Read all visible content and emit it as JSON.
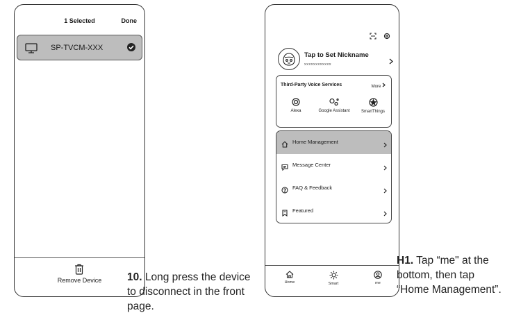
{
  "left_screen": {
    "header": {
      "title": "1 Selected",
      "done_label": "Done"
    },
    "device": {
      "name": "SP-TVCM-XXX",
      "icon": "tv-icon",
      "selected": true
    },
    "bottom": {
      "action_label": "Remove Device",
      "icon": "trash-icon"
    }
  },
  "right_screen": {
    "top_icons": [
      "scan-icon",
      "settings-icon"
    ],
    "profile": {
      "nickname_prompt": "Tap to Set Nickname",
      "account": "xxxxxxxxxxxx"
    },
    "voice_services": {
      "title": "Third-Party Voice Services",
      "more_label": "More",
      "items": [
        {
          "label": "Alexa",
          "icon": "alexa-icon"
        },
        {
          "label": "Google Assistant",
          "icon": "google-assistant-icon"
        },
        {
          "label": "SmartThings",
          "icon": "smartthings-icon"
        }
      ]
    },
    "menu": [
      {
        "label": "Home Management",
        "icon": "home-icon",
        "highlighted": true
      },
      {
        "label": "Message Center",
        "icon": "message-icon"
      },
      {
        "label": "FAQ & Feedback",
        "icon": "help-icon"
      },
      {
        "label": "Featured",
        "icon": "bookmark-icon"
      }
    ],
    "tabs": [
      {
        "label": "Home",
        "icon": "home-icon"
      },
      {
        "label": "Smart",
        "icon": "sun-icon"
      },
      {
        "label": "me",
        "icon": "user-icon"
      }
    ]
  },
  "captions": {
    "step10": {
      "number": "10.",
      "text": " Long press the device to disconnect in the front page."
    },
    "stepH1": {
      "number": "H1.",
      "text": " Tap “me\" at the bottom, then tap “Home Management”."
    }
  }
}
